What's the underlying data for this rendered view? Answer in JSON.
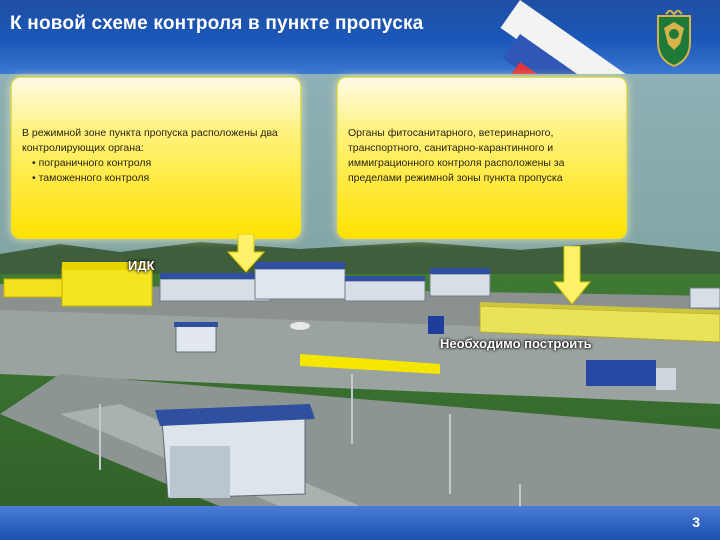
{
  "slide": {
    "title": "К новой схеме контроля в пункте пропуска",
    "page_number": "3"
  },
  "callouts": {
    "left": {
      "text": "В режимной зоне пункта пропуска расположены два контролирующих органа:",
      "items": [
        "пограничного контроля",
        "таможенного контроля"
      ]
    },
    "right": {
      "text": "Органы фитосанитарного, ветеринарного, транспортного, санитарно-карантинного и иммиграционного контроля расположены за пределами режимной зоны пункта пропуска"
    }
  },
  "labels": {
    "idk": "ИДК",
    "must_build": "Необходимо построить"
  },
  "colors": {
    "header": "#1f4fa3",
    "callout": "#ffe100",
    "highlight": "#f5e600"
  }
}
